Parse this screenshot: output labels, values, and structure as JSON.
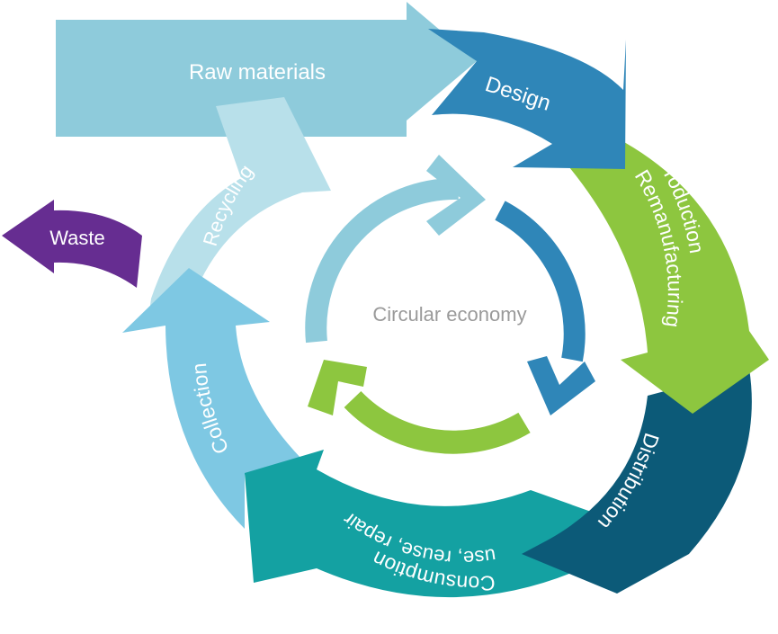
{
  "diagram": {
    "center_label": "Circular economy",
    "stages": {
      "raw_materials": "Raw materials",
      "design": "Design",
      "production_line1": "Production",
      "production_line2": "Remanufacturing",
      "distribution": "Distribution",
      "consumption_line1": "Consumption",
      "consumption_line2": "use, reuse, repair",
      "collection": "Collection",
      "recycling": "Recycling",
      "waste": "Waste"
    },
    "colors": {
      "raw_materials": "#8ecbdb",
      "design": "#2f86b8",
      "production": "#8dc63f",
      "distribution": "#0c5a78",
      "consumption": "#14a1a2",
      "collection": "#7ec8e3",
      "recycling": "#b8e0ea",
      "waste": "#662d91",
      "center_text": "#9a9a9a"
    }
  }
}
